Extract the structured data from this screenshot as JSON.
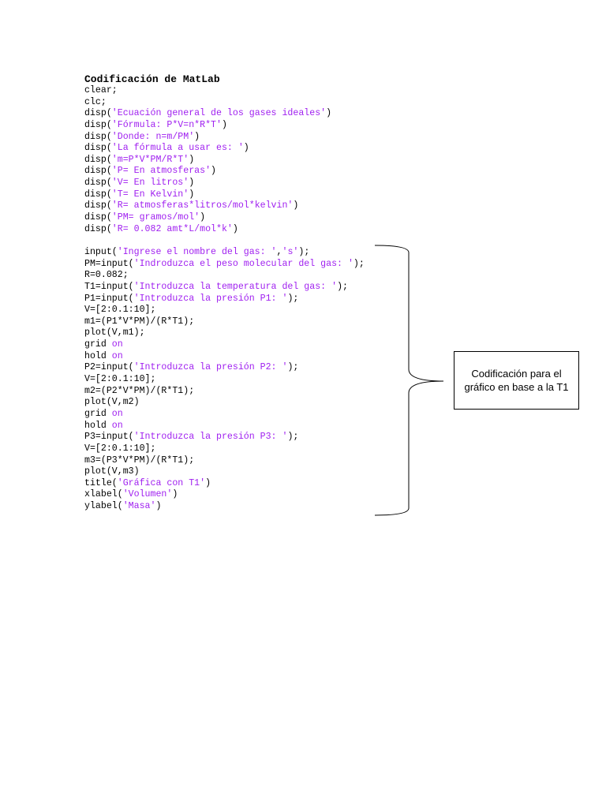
{
  "heading": "Codificación de MatLab",
  "block1": [
    [
      {
        "t": "clear;",
        "c": "n"
      }
    ],
    [
      {
        "t": "clc;",
        "c": "n"
      }
    ],
    [
      {
        "t": "disp(",
        "c": "n"
      },
      {
        "t": "'Ecuación general de los gases ideales'",
        "c": "s"
      },
      {
        "t": ")",
        "c": "n"
      }
    ],
    [
      {
        "t": "disp(",
        "c": "n"
      },
      {
        "t": "'Fórmula: P*V=n*R*T'",
        "c": "s"
      },
      {
        "t": ")",
        "c": "n"
      }
    ],
    [
      {
        "t": "disp(",
        "c": "n"
      },
      {
        "t": "'Donde: n=m/PM'",
        "c": "s"
      },
      {
        "t": ")",
        "c": "n"
      }
    ],
    [
      {
        "t": "disp(",
        "c": "n"
      },
      {
        "t": "'La fórmula a usar es: '",
        "c": "s"
      },
      {
        "t": ")",
        "c": "n"
      }
    ],
    [
      {
        "t": "disp(",
        "c": "n"
      },
      {
        "t": "'m=P*V*PM/R*T'",
        "c": "s"
      },
      {
        "t": ")",
        "c": "n"
      }
    ],
    [
      {
        "t": "disp(",
        "c": "n"
      },
      {
        "t": "'P= En atmosferas'",
        "c": "s"
      },
      {
        "t": ")",
        "c": "n"
      }
    ],
    [
      {
        "t": "disp(",
        "c": "n"
      },
      {
        "t": "'V= En litros'",
        "c": "s"
      },
      {
        "t": ")",
        "c": "n"
      }
    ],
    [
      {
        "t": "disp(",
        "c": "n"
      },
      {
        "t": "'T= En Kelvin'",
        "c": "s"
      },
      {
        "t": ")",
        "c": "n"
      }
    ],
    [
      {
        "t": "disp(",
        "c": "n"
      },
      {
        "t": "'R= atmosferas*litros/mol*kelvin'",
        "c": "s"
      },
      {
        "t": ")",
        "c": "n"
      }
    ],
    [
      {
        "t": "disp(",
        "c": "n"
      },
      {
        "t": "'PM= gramos/mol'",
        "c": "s"
      },
      {
        "t": ")",
        "c": "n"
      }
    ],
    [
      {
        "t": "disp(",
        "c": "n"
      },
      {
        "t": "'R= 0.082 amt*L/mol*k'",
        "c": "s"
      },
      {
        "t": ")",
        "c": "n"
      }
    ]
  ],
  "block2": [
    [
      {
        "t": "input(",
        "c": "n"
      },
      {
        "t": "'Ingrese el nombre del gas: '",
        "c": "s"
      },
      {
        "t": ",",
        "c": "n"
      },
      {
        "t": "'s'",
        "c": "s"
      },
      {
        "t": ");",
        "c": "n"
      }
    ],
    [
      {
        "t": "PM=input(",
        "c": "n"
      },
      {
        "t": "'Indroduzca el peso molecular del gas: '",
        "c": "s"
      },
      {
        "t": ");",
        "c": "n"
      }
    ],
    [
      {
        "t": "R=0.082;",
        "c": "n"
      }
    ],
    [
      {
        "t": "T1=input(",
        "c": "n"
      },
      {
        "t": "'Introduzca la temperatura del gas: '",
        "c": "s"
      },
      {
        "t": ");",
        "c": "n"
      }
    ],
    [
      {
        "t": "P1=input(",
        "c": "n"
      },
      {
        "t": "'Introduzca la presión P1: '",
        "c": "s"
      },
      {
        "t": ");",
        "c": "n"
      }
    ],
    [
      {
        "t": "V=[2:0.1:10];",
        "c": "n"
      }
    ],
    [
      {
        "t": "m1=(P1*V*PM)/(R*T1);",
        "c": "n"
      }
    ],
    [
      {
        "t": "plot(V,m1);",
        "c": "n"
      }
    ],
    [
      {
        "t": "grid ",
        "c": "n"
      },
      {
        "t": "on",
        "c": "k"
      }
    ],
    [
      {
        "t": "hold ",
        "c": "n"
      },
      {
        "t": "on",
        "c": "k"
      }
    ],
    [
      {
        "t": "P2=input(",
        "c": "n"
      },
      {
        "t": "'Introduzca la presión P2: '",
        "c": "s"
      },
      {
        "t": ");",
        "c": "n"
      }
    ],
    [
      {
        "t": "V=[2:0.1:10];",
        "c": "n"
      }
    ],
    [
      {
        "t": "m2=(P2*V*PM)/(R*T1);",
        "c": "n"
      }
    ],
    [
      {
        "t": "plot(V,m2)",
        "c": "n"
      }
    ],
    [
      {
        "t": "grid ",
        "c": "n"
      },
      {
        "t": "on",
        "c": "k"
      }
    ],
    [
      {
        "t": "hold ",
        "c": "n"
      },
      {
        "t": "on",
        "c": "k"
      }
    ],
    [
      {
        "t": "P3=input(",
        "c": "n"
      },
      {
        "t": "'Introduzca la presión P3: '",
        "c": "s"
      },
      {
        "t": ");",
        "c": "n"
      }
    ],
    [
      {
        "t": "V=[2:0.1:10];",
        "c": "n"
      }
    ],
    [
      {
        "t": "m3=(P3*V*PM)/(R*T1);",
        "c": "n"
      }
    ],
    [
      {
        "t": "plot(V,m3)",
        "c": "n"
      }
    ],
    [
      {
        "t": "title(",
        "c": "n"
      },
      {
        "t": "'Gráfica con T1'",
        "c": "s"
      },
      {
        "t": ")",
        "c": "n"
      }
    ],
    [
      {
        "t": "xlabel(",
        "c": "n"
      },
      {
        "t": "'Volumen'",
        "c": "s"
      },
      {
        "t": ")",
        "c": "n"
      }
    ],
    [
      {
        "t": "ylabel(",
        "c": "n"
      },
      {
        "t": "'Masa'",
        "c": "s"
      },
      {
        "t": ")",
        "c": "n"
      }
    ]
  ],
  "note": "Codificación para el gráfico en base a la T1",
  "colors": {
    "string": "#a020f0",
    "keyword": "#a020f0",
    "text": "#000000"
  }
}
